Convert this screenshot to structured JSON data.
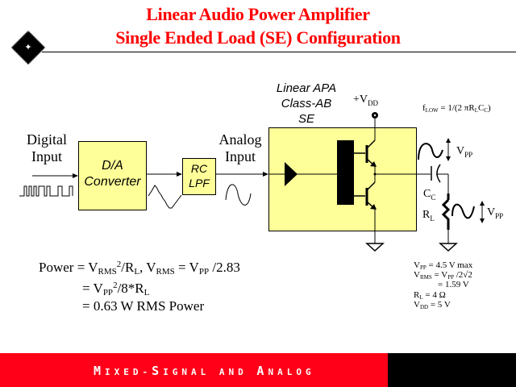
{
  "header": {
    "title_line1": "Linear Audio Power Amplifier",
    "title_line2": "Single Ended Load (SE) Configuration",
    "logo_icon": "ti-logo-icon"
  },
  "diagram": {
    "digital_input": {
      "line1": "Digital",
      "line2": "Input"
    },
    "da_converter": {
      "line1": "D/A",
      "line2": "Converter"
    },
    "rc_lpf": {
      "line1": "RC",
      "line2": "LPF"
    },
    "analog_input": {
      "line1": "Analog",
      "line2": "Input"
    },
    "apa": {
      "line1": "Linear APA",
      "line2": "Class-AB",
      "line3": "SE"
    },
    "vdd_label": {
      "main": "+V",
      "sub": "DD"
    },
    "flow_formula": {
      "f": "f",
      "f_sub": "LOW",
      "rest1": " = 1/(2 πR",
      "r_sub": "L",
      "c": "C",
      "c_sub": "C",
      "close": ")"
    },
    "vpp_top": {
      "main": "V",
      "sub": "PP"
    },
    "vpp_load": {
      "main": "V",
      "sub": "PP"
    },
    "cc_label": {
      "main": "C",
      "sub": "C"
    },
    "rl_label": {
      "main": "R",
      "sub": "L"
    }
  },
  "formulas": {
    "line1": {
      "power": "Power = V",
      "rms_sub": "RMS",
      "sq": "2",
      "rl": "/R",
      "l_sub": "L",
      "vrms": ",  V",
      "rms_sub2": "RMS",
      "eq": " = V",
      "pp_sub": "PP",
      "tail": " /2.83"
    },
    "line2": {
      "eq": "= V",
      "pp_sub": "PP",
      "sq": "2",
      "tail": "/8*R",
      "l_sub": "L"
    },
    "line3": {
      "text": "= 0.63 W RMS Power"
    }
  },
  "specs": {
    "vpp": {
      "main": "V",
      "sub": "PP",
      "value": " = 4.5 V  max"
    },
    "vrms": {
      "main": "V",
      "sub": "RMS",
      "value": " = V",
      "sub2": "PP",
      "tail": " /2√2"
    },
    "vrms_value": "= 1.59 V",
    "rl": {
      "main": "R",
      "sub": "L",
      "value": " = 4 Ω"
    },
    "vdd": {
      "main": "V",
      "sub": "DD",
      "value": " = 5 V"
    }
  },
  "footer": {
    "text_parts": [
      {
        "cap": "M",
        "rest": "IXED-"
      },
      {
        "cap": "S",
        "rest": "IGNAL AND "
      },
      {
        "cap": "A",
        "rest": "NALOG"
      }
    ],
    "red": "#ff0018",
    "black": "#000000"
  },
  "colors": {
    "title": "#ff0000",
    "box_fill": "#ffff99"
  }
}
